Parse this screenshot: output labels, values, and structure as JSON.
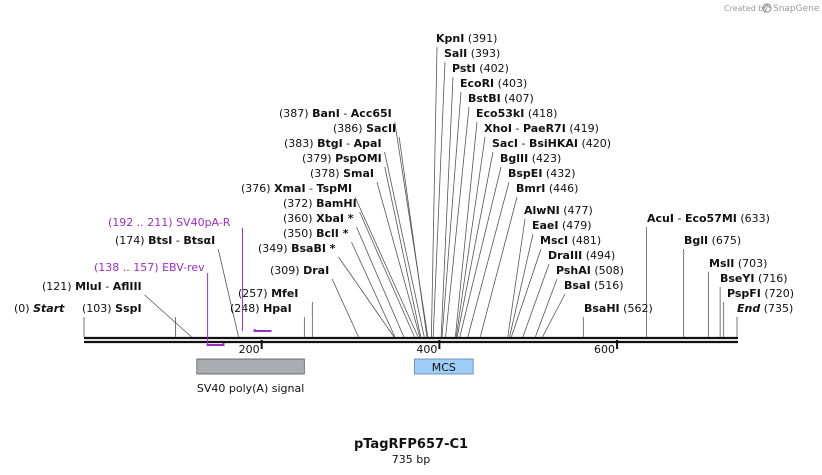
{
  "credit": {
    "prefix": "Created by",
    "brand": "SnapGene"
  },
  "title": "pTagRFP657-C1",
  "length_label": "735 bp",
  "sequence_length": 735,
  "axis_ticks": [
    {
      "pos": 200,
      "label": "200"
    },
    {
      "pos": 400,
      "label": "400"
    },
    {
      "pos": 600,
      "label": "600"
    }
  ],
  "features": [
    {
      "name": "SV40 poly(A) signal",
      "start": 127,
      "end": 248,
      "color": "#a9acb0"
    },
    {
      "name": "MCS",
      "start": 372,
      "end": 438,
      "color": "#9ecdf7"
    }
  ],
  "primers": [
    {
      "name": "SV40pA-R",
      "range": "(192 .. 211)",
      "start": 192,
      "end": 211,
      "direction": "reverse",
      "color": "#9a2fc4"
    },
    {
      "name": "EBV-rev",
      "range": "(138 .. 157)",
      "start": 138,
      "end": 157,
      "direction": "forward",
      "color": "#9a2fc4"
    }
  ],
  "sites": [
    {
      "name": "Start",
      "pos_label": "(0)",
      "pos": 0,
      "italic": true
    },
    {
      "name": "SspI",
      "pos_label": "(103)",
      "pos": 103
    },
    {
      "name": "MluI",
      "alt": "AflIII",
      "pos_label": "(121)",
      "pos": 121
    },
    {
      "name": "BtsI",
      "alt": "BtsαI",
      "pos_label": "(174)",
      "pos": 174
    },
    {
      "name": "HpaI",
      "pos_label": "(248)",
      "pos": 248
    },
    {
      "name": "MfeI",
      "pos_label": "(257)",
      "pos": 257
    },
    {
      "name": "DraI",
      "pos_label": "(309)",
      "pos": 309
    },
    {
      "name": "BsaBI *",
      "pos_label": "(349)",
      "pos": 349
    },
    {
      "name": "BclI *",
      "pos_label": "(350)",
      "pos": 350
    },
    {
      "name": "XbaI *",
      "pos_label": "(360)",
      "pos": 360
    },
    {
      "name": "BamHI",
      "pos_label": "(372)",
      "pos": 372
    },
    {
      "name": "XmaI",
      "alt": "TspMI",
      "pos_label": "(376)",
      "pos": 376
    },
    {
      "name": "SmaI",
      "pos_label": "(378)",
      "pos": 378
    },
    {
      "name": "PspOMI",
      "pos_label": "(379)",
      "pos": 379
    },
    {
      "name": "BtgI",
      "alt": "ApaI",
      "pos_label": "(383)",
      "pos": 383
    },
    {
      "name": "SacII",
      "pos_label": "(386)",
      "pos": 386
    },
    {
      "name": "BanI",
      "alt": "Acc65I",
      "pos_label": "(387)",
      "pos": 387
    },
    {
      "name": "KpnI",
      "pos_label": "(391)",
      "pos": 391
    },
    {
      "name": "SalI",
      "pos_label": "(393)",
      "pos": 393
    },
    {
      "name": "PstI",
      "pos_label": "(402)",
      "pos": 402
    },
    {
      "name": "EcoRI",
      "pos_label": "(403)",
      "pos": 403
    },
    {
      "name": "BstBI",
      "pos_label": "(407)",
      "pos": 407
    },
    {
      "name": "Eco53kI",
      "pos_label": "(418)",
      "pos": 418
    },
    {
      "name": "XhoI",
      "alt": "PaeR7I",
      "pos_label": "(419)",
      "pos": 419
    },
    {
      "name": "SacI",
      "alt": "BsiHKAI",
      "pos_label": "(420)",
      "pos": 420
    },
    {
      "name": "BglII",
      "pos_label": "(423)",
      "pos": 423
    },
    {
      "name": "BspEI",
      "pos_label": "(432)",
      "pos": 432
    },
    {
      "name": "BmrI",
      "pos_label": "(446)",
      "pos": 446
    },
    {
      "name": "AlwNI",
      "pos_label": "(477)",
      "pos": 477
    },
    {
      "name": "EaeI",
      "pos_label": "(479)",
      "pos": 479
    },
    {
      "name": "MscI",
      "pos_label": "(481)",
      "pos": 481
    },
    {
      "name": "DraIII",
      "pos_label": "(494)",
      "pos": 494
    },
    {
      "name": "PshAI",
      "pos_label": "(508)",
      "pos": 508
    },
    {
      "name": "BsaI",
      "pos_label": "(516)",
      "pos": 516
    },
    {
      "name": "BsaHI",
      "pos_label": "(562)",
      "pos": 562
    },
    {
      "name": "AcuI",
      "alt": "Eco57MI",
      "pos_label": "(633)",
      "pos": 633
    },
    {
      "name": "BglI",
      "pos_label": "(675)",
      "pos": 675
    },
    {
      "name": "MslI",
      "pos_label": "(703)",
      "pos": 703
    },
    {
      "name": "BseYI",
      "pos_label": "(716)",
      "pos": 716
    },
    {
      "name": "PspFI",
      "pos_label": "(720)",
      "pos": 720
    },
    {
      "name": "End",
      "pos_label": "(735)",
      "pos": 735,
      "italic": true
    }
  ]
}
